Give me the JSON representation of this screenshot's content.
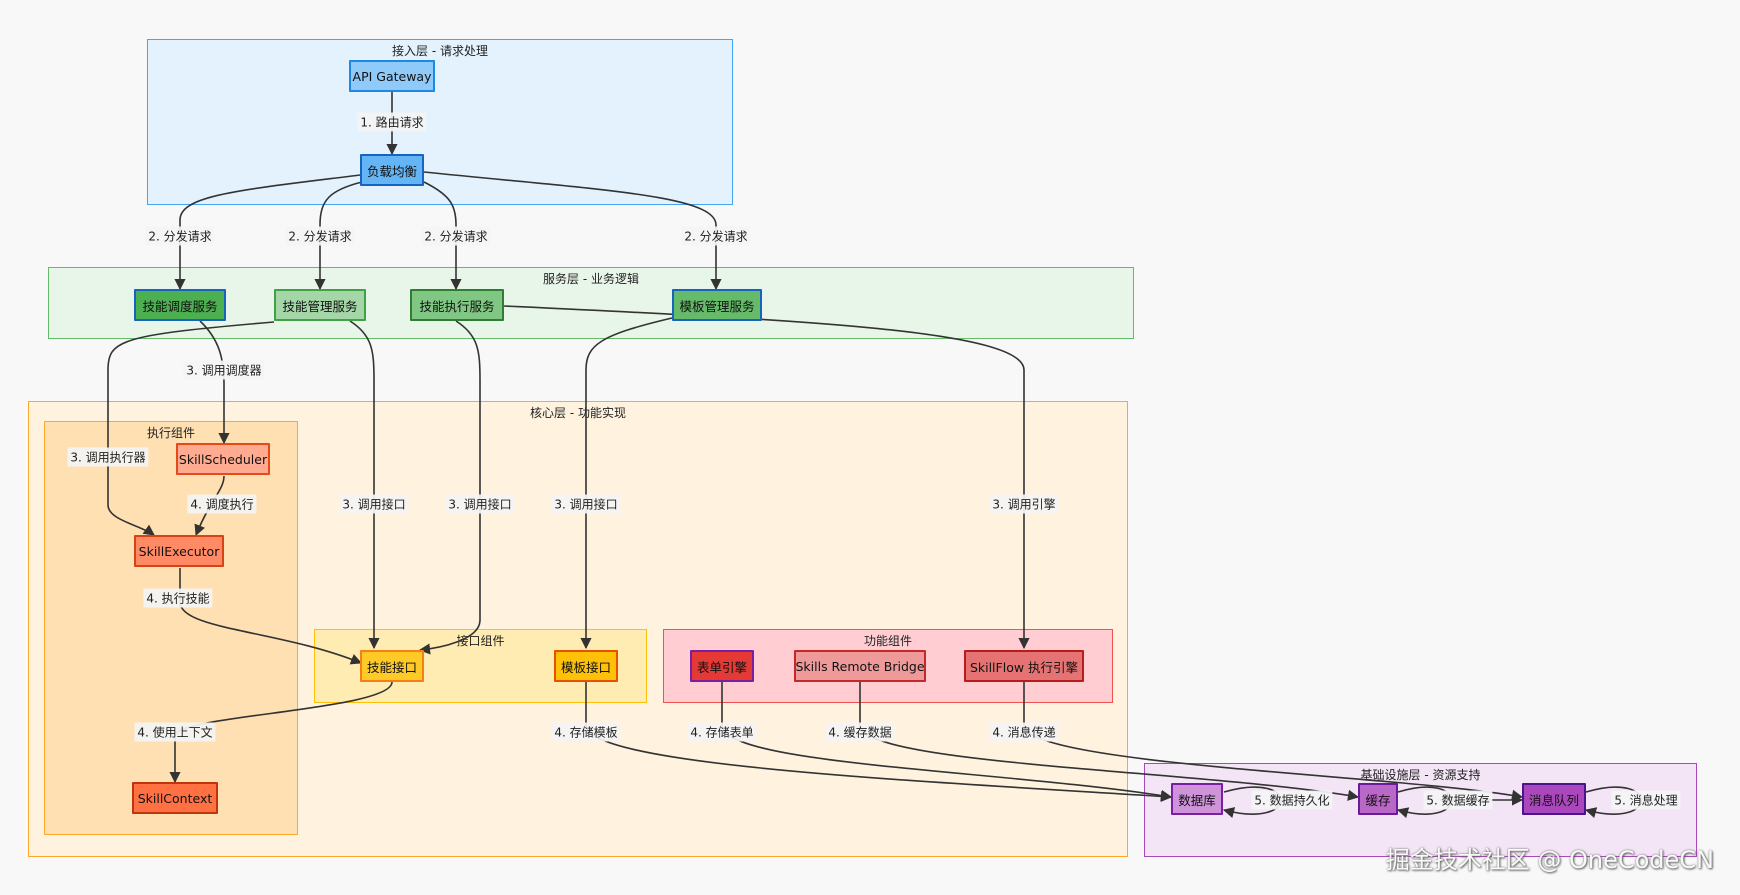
{
  "layers": {
    "access": "接入层 - 请求处理",
    "service": "服务层 - 业务逻辑",
    "core": "核心层 - 功能实现",
    "exec_group": "执行组件",
    "iface_group": "接口组件",
    "func_group": "功能组件",
    "infra": "基础设施层 - 资源支持"
  },
  "nodes": {
    "api_gateway": "API Gateway",
    "load_balancer": "负载均衡",
    "skill_schedule_svc": "技能调度服务",
    "skill_manage_svc": "技能管理服务",
    "skill_exec_svc": "技能执行服务",
    "template_manage_svc": "模板管理服务",
    "skill_scheduler": "SkillScheduler",
    "skill_executor": "SkillExecutor",
    "skill_context": "SkillContext",
    "skill_interface": "技能接口",
    "template_interface": "模板接口",
    "form_engine": "表单引擎",
    "remote_bridge": "Skills Remote Bridge",
    "skillflow_engine": "SkillFlow 执行引擎",
    "database": "数据库",
    "cache": "缓存",
    "message_queue": "消息队列"
  },
  "edges": {
    "route": "1. 路由请求",
    "dispatch_1": "2. 分发请求",
    "dispatch_2": "2. 分发请求",
    "dispatch_3": "2. 分发请求",
    "dispatch_4": "2. 分发请求",
    "call_scheduler": "3. 调用调度器",
    "call_executor": "3. 调用执行器",
    "call_iface_1": "3. 调用接口",
    "call_iface_2": "3. 调用接口",
    "call_iface_3": "3. 调用接口",
    "call_engine": "3. 调用引擎",
    "schedule_exec": "4. 调度执行",
    "exec_skill": "4. 执行技能",
    "use_context": "4. 使用上下文",
    "store_template": "4. 存储模板",
    "store_form": "4. 存储表单",
    "cache_data": "4. 缓存数据",
    "msg_deliver": "4. 消息传递",
    "persist": "5. 数据持久化",
    "data_cache": "5. 数据缓存",
    "msg_process": "5. 消息处理"
  },
  "watermark": "掘金技术社区 @ OneCodeCN",
  "colors": {
    "access_bg": "#e3f2fd",
    "access_border": "#42a5f5",
    "service_bg": "#e8f5e9",
    "service_border": "#66bb6a",
    "core_bg": "#fff3e0",
    "core_border": "#ffa726",
    "exec_bg": "#ffe0b2",
    "iface_bg": "#ffecb3",
    "func_bg": "#ffcdd2",
    "infra_bg": "#f3e5f5",
    "infra_border": "#ab47bc"
  }
}
